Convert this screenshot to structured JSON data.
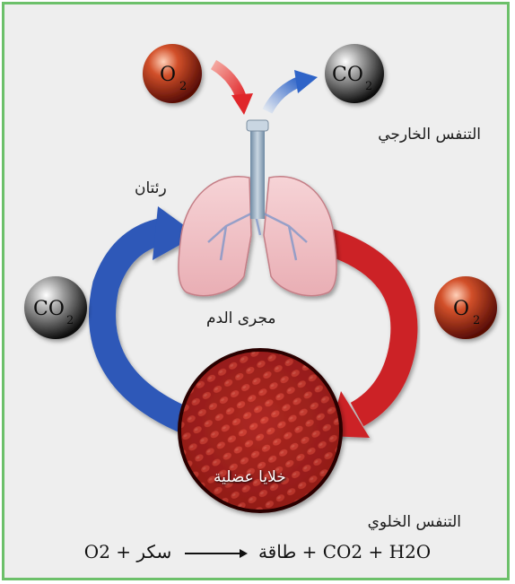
{
  "molecules": {
    "o2_top": {
      "label": "O",
      "sub": "2"
    },
    "co2_top": {
      "label": "CO",
      "sub": "2"
    },
    "co2_left": {
      "label": "CO",
      "sub": "2"
    },
    "o2_right": {
      "label": "O",
      "sub": "2"
    }
  },
  "labels": {
    "external_respiration": "التنفس الخارجي",
    "lungs": "رئتان",
    "bloodstream": "مجرى الدم",
    "muscle_cells": "خلايا عضلية",
    "cellular_respiration": "التنفس الخلوي"
  },
  "equation": {
    "left": "سكر + O2",
    "right": "CO2 + H2O + طاقة"
  },
  "colors": {
    "border": "#6cc06a",
    "blue_arrow": "#2d58b8",
    "red_arrow": "#cc2228",
    "o2_ball": "#b8301c",
    "co2_ball": "#3a3a3a"
  }
}
